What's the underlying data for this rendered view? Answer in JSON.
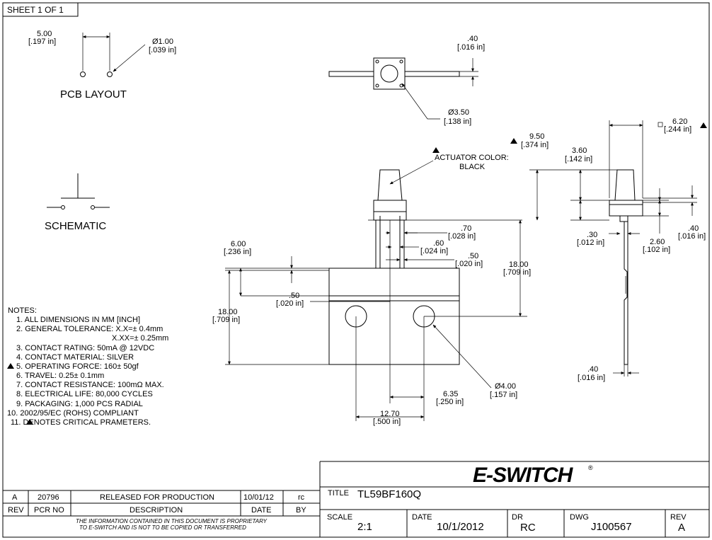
{
  "sheet_label": "SHEET 1 OF 1",
  "pcb_layout": {
    "title": "PCB LAYOUT",
    "pitch_mm": "5.00",
    "pitch_in": "[.197 in]",
    "hole_mm": "Ø1.00",
    "hole_in": "[.039 in]"
  },
  "schematic": {
    "title": "SCHEMATIC"
  },
  "top_view": {
    "lead_mm": ".40",
    "lead_in": "[.016 in]",
    "plunger_mm": "Ø3.50",
    "plunger_in": "[.138 in]"
  },
  "front_view": {
    "actuator_label_1": "ACTUATOR COLOR:",
    "actuator_label_2": "BLACK",
    "d_600_mm": "6.00",
    "d_600_in": "[.236 in]",
    "d_1800_mm": "18.00",
    "d_1800_in": "[.709 in]",
    "d_050a_mm": ".50",
    "d_050a_in": "[.020 in]",
    "d_070_mm": ".70",
    "d_070_in": "[.028 in]",
    "d_060_mm": ".60",
    "d_060_in": "[.024 in]",
    "d_050b_mm": ".50",
    "d_050b_in": "[.020 in]",
    "d_1800b_mm": "18.00",
    "d_1800b_in": "[.709 in]",
    "d_hole_mm": "Ø4.00",
    "d_hole_in": "[.157 in]",
    "d_635_mm": "6.35",
    "d_635_in": "[.250 in]",
    "d_1270_mm": "12.70",
    "d_1270_in": "[.500 in]"
  },
  "side_view": {
    "d_950_mm": "9.50",
    "d_950_in": "[.374 in]",
    "d_360_mm": "3.60",
    "d_360_in": "[.142 in]",
    "d_620_mm": "6.20",
    "d_620_in": "[.244 in]",
    "d_030_mm": ".30",
    "d_030_in": "[.012 in]",
    "d_260_mm": "2.60",
    "d_260_in": "[.102 in]",
    "d_040a_mm": ".40",
    "d_040a_in": "[.016 in]",
    "d_040b_mm": ".40",
    "d_040b_in": "[.016 in]"
  },
  "notes": {
    "heading": "NOTES:",
    "items": [
      "1. ALL DIMENSIONS IN MM [INCH]",
      "2. GENERAL TOLERANCE: X.X=± 0.4mm",
      "X.XX=± 0.25mm",
      "3. CONTACT RATING: 50mA @ 12VDC",
      "4. CONTACT MATERIAL: SILVER",
      "5. OPERATING FORCE: 160± 50gf",
      "6. TRAVEL: 0.25± 0.1mm",
      "7. CONTACT RESISTANCE: 100mΩ  MAX.",
      "8. ELECTRICAL LIFE: 80,000 CYCLES",
      "9. PACKAGING: 1,000 PCS RADIAL",
      "10. 2002/95/EC (ROHS) COMPLIANT",
      "11.    DENOTES CRITICAL PRAMETERS."
    ]
  },
  "revision_table": {
    "row": {
      "rev": "A",
      "pcr_no": "20796",
      "description": "RELEASED FOR PRODUCTION",
      "date": "10/01/12",
      "by": "rc"
    },
    "headers": {
      "rev": "REV",
      "pcr_no": "PCR NO",
      "description": "DESCRIPTION",
      "date": "DATE",
      "by": "BY"
    },
    "disclaimer_1": "THE INFORMATION CONTAINED IN THIS DOCUMENT IS PROPRIETARY",
    "disclaimer_2": "TO E-SWITCH AND IS NOT TO BE COPIED OR TRANSFERRED"
  },
  "title_block": {
    "brand": "E-SWITCH",
    "registered": "®",
    "title_label": "TITLE",
    "title_value": "TL59BF160Q",
    "scale_label": "SCALE",
    "scale_value": "2:1",
    "date_label": "DATE",
    "date_value": "10/1/2012",
    "dr_label": "DR",
    "dr_value": "RC",
    "dwg_label": "DWG",
    "dwg_value": "J100567",
    "rev_label": "REV",
    "rev_value": "A"
  }
}
